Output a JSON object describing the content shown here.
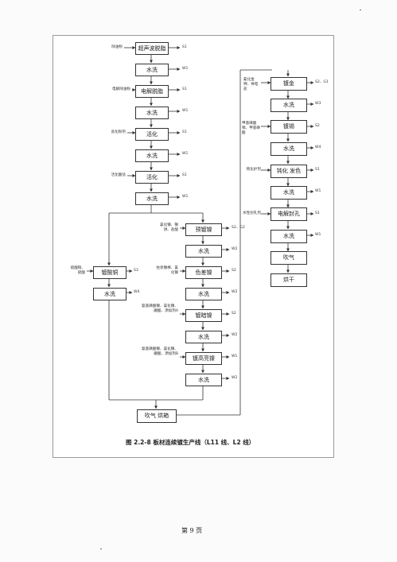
{
  "boxes": {
    "b1": "超声波脱脂",
    "b2": "水洗",
    "b3": "电解脱脂",
    "b4": "水洗",
    "b5": "活化",
    "b6": "水洗",
    "b7": "活化",
    "b8": "水洗",
    "m1": "预镀镍",
    "m2": "水洗",
    "m3": "色差镍",
    "m4": "水洗",
    "m5": "镀暗镍",
    "m6": "水洗",
    "m7": "镀高亮镍",
    "m8": "水洗",
    "a1": "镀酸铜",
    "a2": "水洗",
    "r1": "镀金",
    "r2": "水洗",
    "r3": "镀锡",
    "r4": "水洗",
    "r5": "钝化 发色",
    "r6": "水洗",
    "r7": "电解封孔",
    "r8": "水洗",
    "r9": "吹气",
    "r10": "烘干",
    "j": "吹气 烘箱"
  },
  "inputs": {
    "b1": "除油粉",
    "b3": "电解除油粉",
    "b5": "盐化粉剂",
    "b7": "活化酸盐",
    "m1": "氯化镍、镍饼、盐酸",
    "m3": "柱状镍棒、氯化镍",
    "m5": "氨基磺酸镍、氯化镍、硼酸、添加剂A",
    "m7": "氨基磺酸镍、氯化镍、硼酸、添加剂B",
    "a1": "硫酸铜、硫酸",
    "r1": "氰化金钾、导电盐",
    "r3": "甲基磺酸锡、甲基磺酸",
    "r5": "钝化护剂",
    "r7": "水性封孔剂"
  },
  "outputs": {
    "b1": "S1",
    "b2": "W1",
    "b3": "S1",
    "b4": "W1",
    "b5": "S1",
    "b6": "W1",
    "b7": "S1",
    "b8": "W1",
    "m1": "S2、G2",
    "m2": "W2",
    "m3": "S2",
    "m4": "W2",
    "m5": "S2",
    "m6": "W2",
    "m7": "W1",
    "m8": "W2",
    "a1": "S3",
    "a2": "W4",
    "r1": "S2、G1",
    "r2": "W3",
    "r3": "S2",
    "r4": "W4",
    "r5": "S1",
    "r6": "W1",
    "r7": "S1",
    "r8": "W1"
  },
  "caption": "图 2.2-8 板材连续镀生产线（L11 线、L2 线）",
  "page_number": "第 9 页"
}
